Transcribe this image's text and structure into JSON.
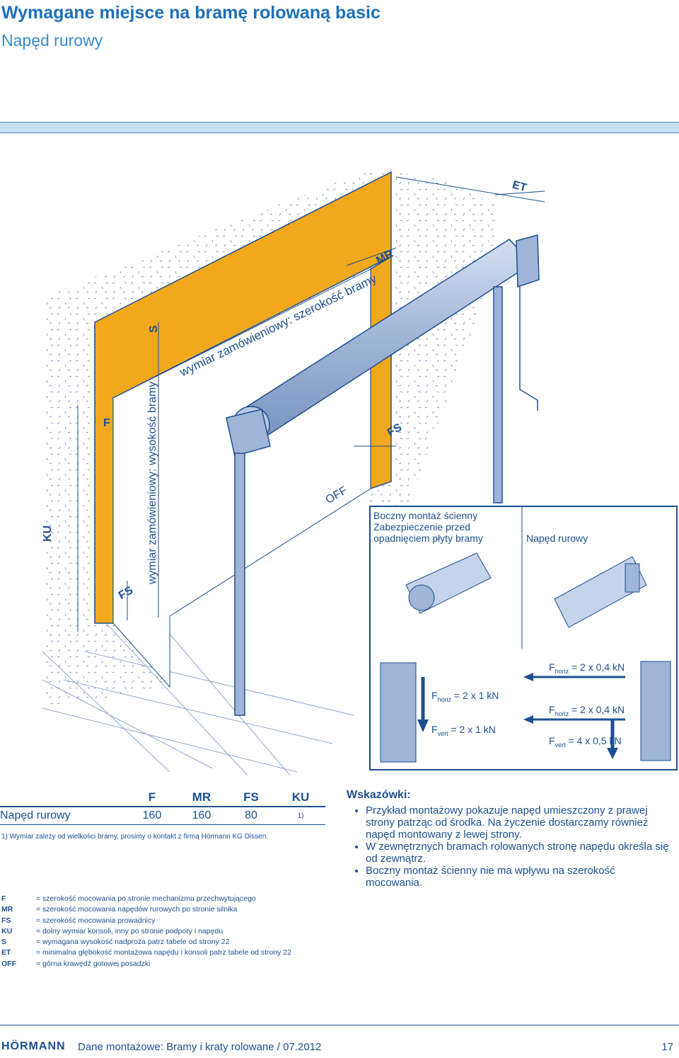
{
  "header": {
    "title": "Wymagane miejsce na bramę rolowaną basic",
    "subtitle": "Napęd rurowy"
  },
  "drawing": {
    "labels": {
      "et": "ET",
      "mr": "MR",
      "s": "S",
      "width": "wymiar zamówieniowy: szerokość bramy",
      "f": "F",
      "fs_right": "FS",
      "fs_left": "FS",
      "height": "wymiar zamówieniowy: wysokość bramy",
      "ku": "KU",
      "off": "OFF"
    }
  },
  "inset": {
    "left_title": [
      "Boczny montaż ścienny",
      "Zabezpieczenie przed",
      "opadnięciem płyty bramy"
    ],
    "right_title": "Napęd rurowy",
    "forces_left": {
      "horiz_sym": "F",
      "horiz_sub": "horiz",
      "horiz_val": "= 2 x 1 kN",
      "vert_sym": "F",
      "vert_sub": "vert",
      "vert_val": "= 2 x 1 kN"
    },
    "forces_right": {
      "horiz1_sym": "F",
      "horiz1_sub": "horiz",
      "horiz1_val": "= 2 x 0,4 kN",
      "horiz2_sym": "F",
      "horiz2_sub": "horiz",
      "horiz2_val": "= 2 x 0,4 kN",
      "vert_sym": "F",
      "vert_sub": "vert",
      "vert_val": "= 4 x 0,5 kN"
    }
  },
  "dims_table": {
    "headers": [
      "",
      "F",
      "MR",
      "FS",
      "KU"
    ],
    "row": [
      "Napęd rurowy",
      "160",
      "160",
      "80",
      "1)"
    ],
    "note": "1)   Wymiar zależy od wielkości bramy, prosimy o kontakt z firmą Hörmann KG Dissen."
  },
  "hints": {
    "title": "Wskazówki:",
    "items": [
      "Przykład montażowy pokazuje napęd umieszczony z prawej strony patrząc od środka. Na życzenie dostarczamy również napęd montowany z lewej strony.",
      "W zewnętrznych bramach rolowanych stronę napędu określa się od zewnątrz.",
      "Boczny montaż ścienny nie ma wpływu na szerokość mocowania."
    ]
  },
  "legend": [
    {
      "k": "F",
      "v": "= szerokość mocowania po stronie mechanizmu przechwytującego"
    },
    {
      "k": "MR",
      "v": "= szerokość mocowania napędów rurowych po stronie silnika"
    },
    {
      "k": "FS",
      "v": "= szerokość mocowania prowadnicy"
    },
    {
      "k": "KU",
      "v": "= dolny wymiar konsoli, inny po stronie podpory i napędu"
    },
    {
      "k": "S",
      "v": "= wymagana wysokość nadproża patrz tabele od strony 22"
    },
    {
      "k": "ET",
      "v": "= minimalna głębokość montażowa napędu i konsoli patrz tabele od strony 22"
    },
    {
      "k": "OFF",
      "v": "= górna krawędź gotowej posadzki"
    }
  ],
  "footer": {
    "logo": "HÖRMANN",
    "doc": "Dane montażowe: Bramy i kraty rolowane / 07.2012",
    "page": "17"
  },
  "colors": {
    "blue": "#1d4f91",
    "accent": "#1d6fb8",
    "orange": "#f2a81d",
    "steel": "#9fb4d6"
  }
}
